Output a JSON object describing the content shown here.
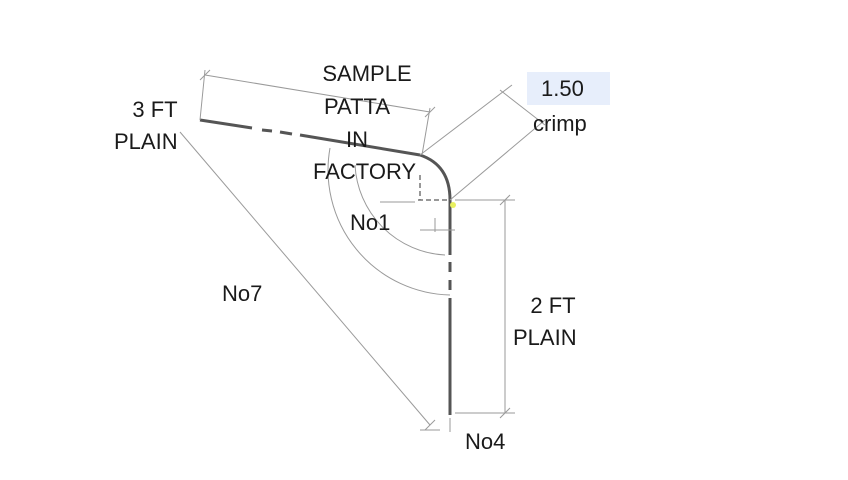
{
  "labels": {
    "left_top": "3 FT",
    "left_bottom": "PLAIN",
    "sample_line1": "SAMPLE",
    "sample_line2": "PATTA",
    "sample_line3": "IN",
    "sample_line4": "FACTORY",
    "crimp_value": "1.50",
    "crimp_label": "crimp",
    "angle_no1": "No1",
    "dim_no7": "No7",
    "right_top": "2 FT",
    "right_bottom": "PLAIN",
    "dim_no4": "No4"
  },
  "colors": {
    "profile": "#555555",
    "dimension": "#9a9a9a",
    "highlight": "#e7eefb",
    "text": "#1a1a1a"
  }
}
